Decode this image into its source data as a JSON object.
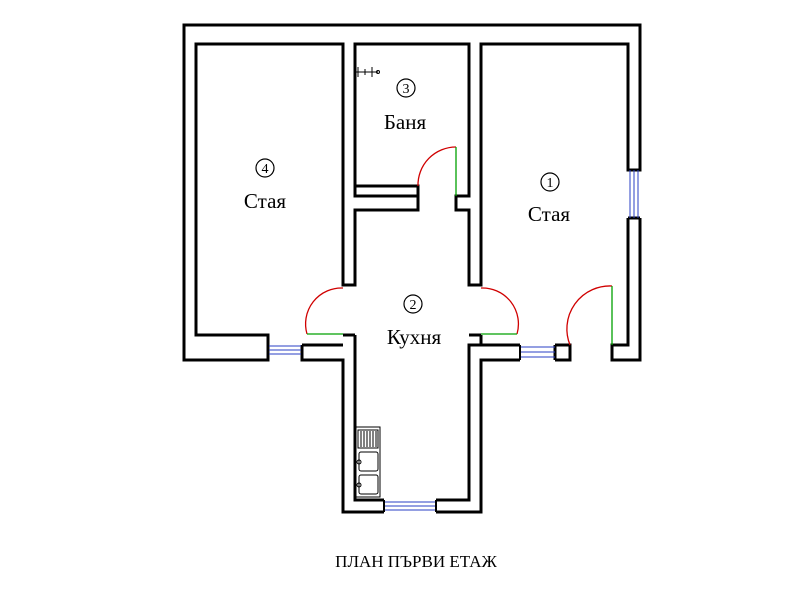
{
  "title": "ПЛАН ПЪРВИ ЕТАЖ",
  "rooms": [
    {
      "number": "1",
      "label": "Стая"
    },
    {
      "number": "2",
      "label": "Кухня"
    },
    {
      "number": "3",
      "label": "Баня"
    },
    {
      "number": "4",
      "label": "Стая"
    }
  ],
  "colors": {
    "wall": "#000000",
    "door_arc": "#d00000",
    "door_leaf": "#00a000",
    "window": "#2a3fc4"
  }
}
